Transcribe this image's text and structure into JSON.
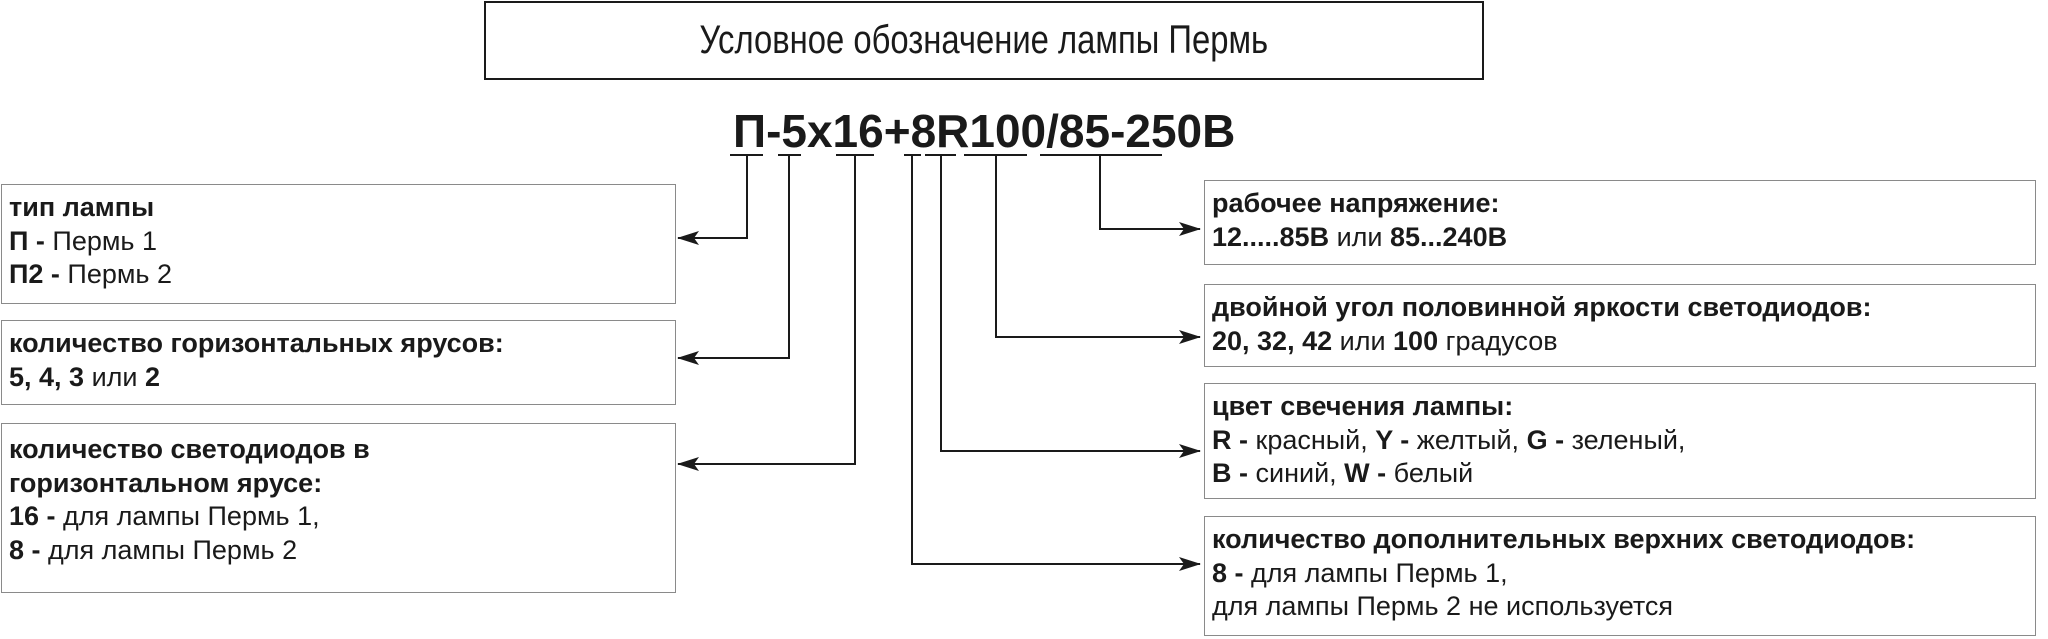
{
  "title": "Условное обозначение лампы Пермь",
  "code": "П-5х16+8R100/85-250В",
  "boxes": {
    "type": {
      "heading": "тип лампы",
      "lines": [
        {
          "k": "П -",
          "v": " Пермь 1"
        },
        {
          "k": "П2 -",
          "v": " Пермь 2"
        }
      ]
    },
    "tiers": {
      "heading": "количество горизонтальных ярусов:",
      "line": [
        {
          "k": "5, 4, 3",
          "v": " или "
        },
        {
          "k": "2",
          "v": ""
        }
      ]
    },
    "leds": {
      "heading_1": "количество светодиодов в",
      "heading_2": "горизонтальном ярусе:",
      "lines": [
        {
          "k": "16 -",
          "v": " для лампы Пермь 1,"
        },
        {
          "k": "8 -",
          "v": " для лампы Пермь 2"
        }
      ]
    },
    "voltage": {
      "heading": "рабочее напряжение:",
      "line": [
        {
          "k": "12.....85В",
          "v": " или "
        },
        {
          "k": "85...240В",
          "v": ""
        }
      ]
    },
    "angle": {
      "heading": "двойной угол половинной яркости светодиодов:",
      "line": [
        {
          "k": "20, 32, 42",
          "v": " или "
        },
        {
          "k": "100",
          "v": " градусов"
        }
      ]
    },
    "color": {
      "heading": "цвет свечения лампы:",
      "line_1": [
        {
          "k": "R -",
          "v": " красный, "
        },
        {
          "k": "Y -",
          "v": " желтый, "
        },
        {
          "k": "G -",
          "v": " зеленый,"
        }
      ],
      "line_2": [
        {
          "k": "B -",
          "v": " синий, "
        },
        {
          "k": "W -",
          "v": " белый"
        }
      ]
    },
    "extra": {
      "heading": "количество дополнительных верхних светодиодов:",
      "lines": [
        {
          "k": "8 -",
          "v": " для лампы Пермь 1,"
        },
        {
          "k": "",
          "v": "для лампы Пермь 2 не используется"
        }
      ]
    }
  }
}
